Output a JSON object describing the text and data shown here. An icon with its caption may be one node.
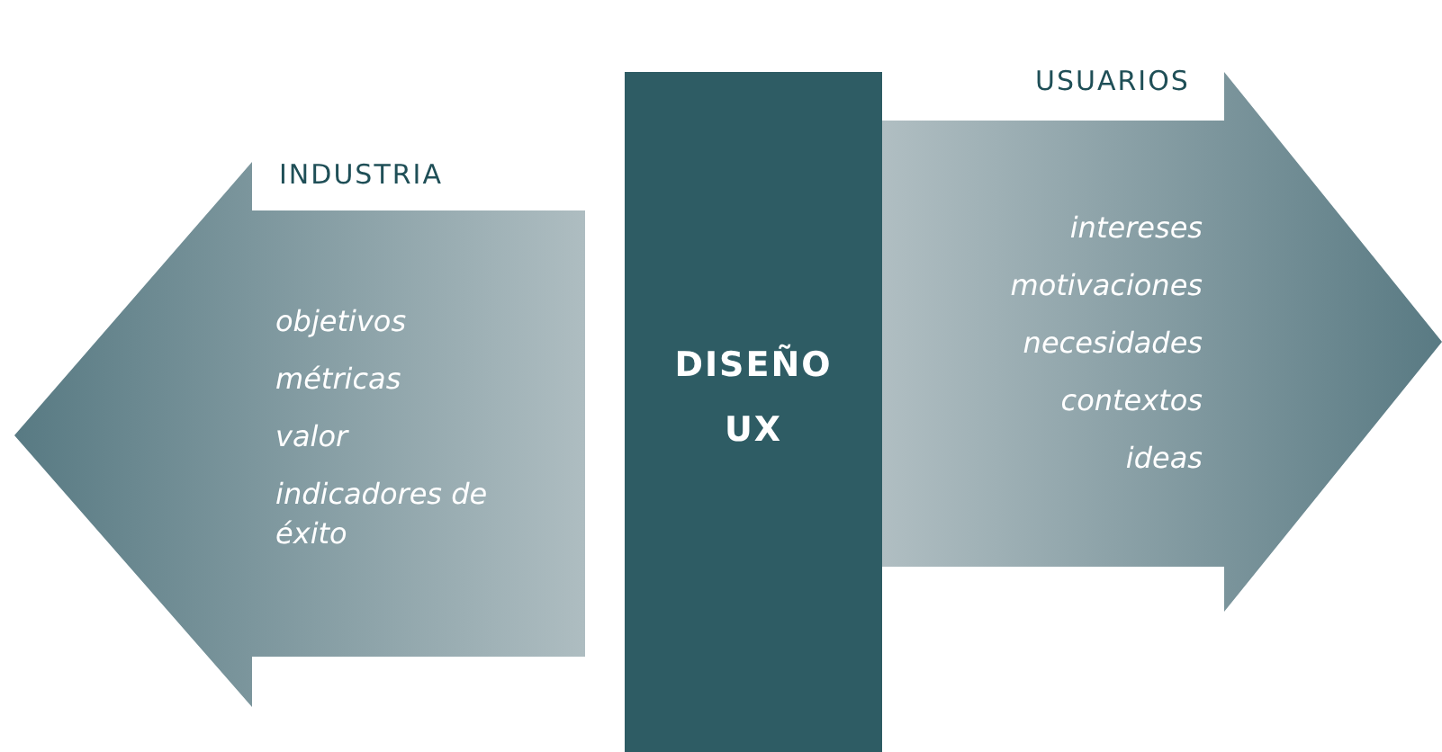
{
  "diagram": {
    "nodes": [
      {
        "text": [
          "INDUSTRIA",
          "objetivos",
          "métricas",
          "valor",
          "indicadores de éxito"
        ]
      },
      {
        "text": [
          "DISEÑO UX"
        ]
      },
      {
        "text": [
          "USUARIOS",
          "intereses",
          "motivaciones",
          "necesidades",
          "contextos",
          "ideas"
        ]
      }
    ]
  }
}
